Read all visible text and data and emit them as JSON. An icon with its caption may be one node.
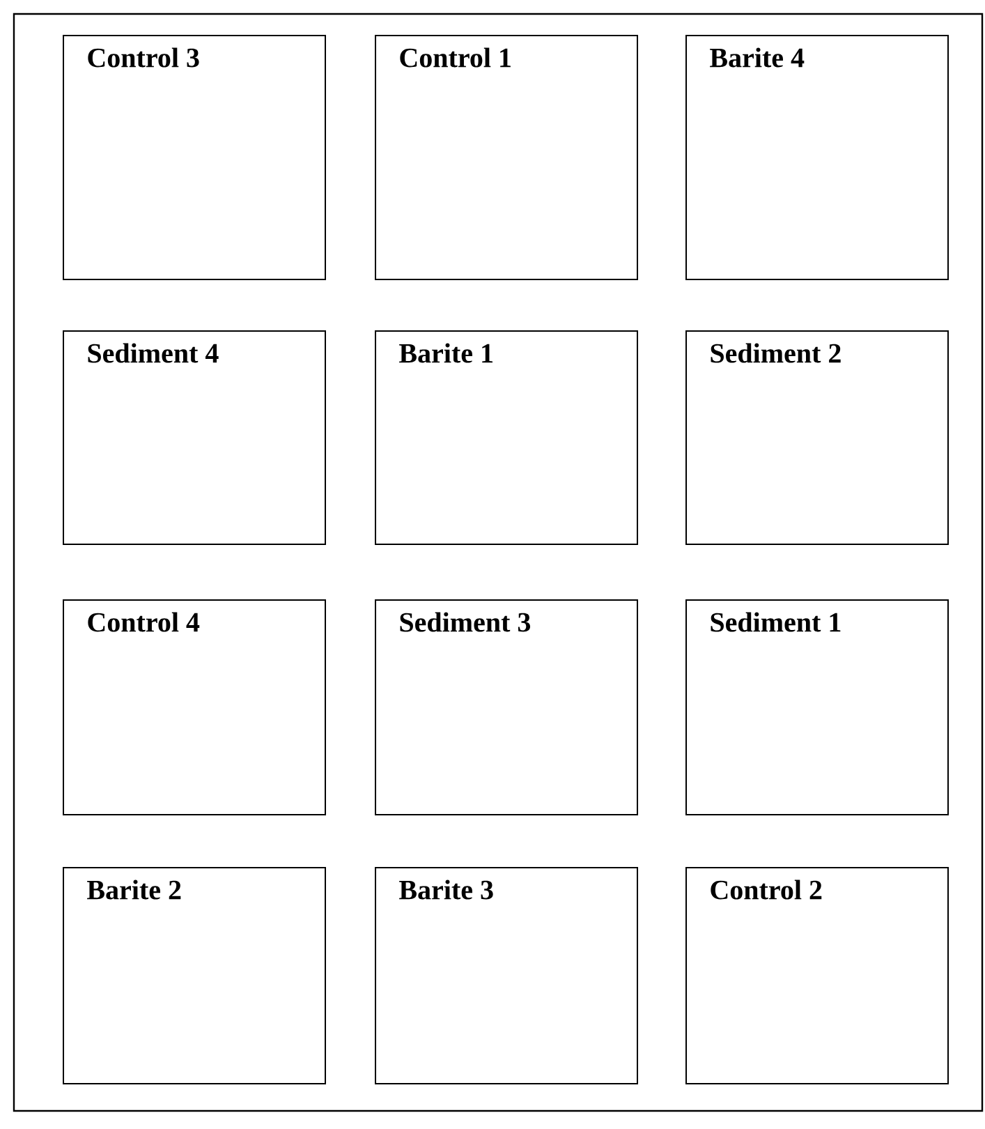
{
  "diagram": {
    "nodes": [
      {
        "text": [
          "Control 3"
        ]
      },
      {
        "text": [
          "Control 1"
        ]
      },
      {
        "text": [
          "Barite 4"
        ]
      },
      {
        "text": [
          "Sediment 4"
        ]
      },
      {
        "text": [
          "Barite 1"
        ]
      },
      {
        "text": [
          "Sediment 2"
        ]
      },
      {
        "text": [
          "Control 4"
        ]
      },
      {
        "text": [
          "Sediment 3"
        ]
      },
      {
        "text": [
          "Sediment 1"
        ]
      },
      {
        "text": [
          "Barite 2"
        ]
      },
      {
        "text": [
          "Barite 3"
        ]
      },
      {
        "text": [
          "Control 2"
        ]
      }
    ]
  }
}
